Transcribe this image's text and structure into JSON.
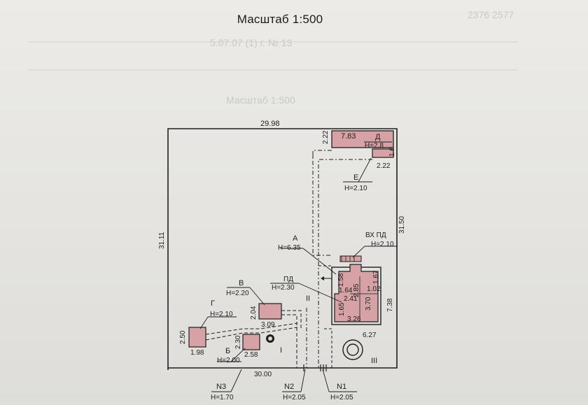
{
  "title": "Масштаб 1:500",
  "ghost_text": {
    "title": "Масштаб 1:500",
    "line1": "2376 2577",
    "line2": "5.07.07 (1) г. № 13"
  },
  "plan": {
    "site_top_dim": "29.98",
    "site_left_dim": "31.11",
    "site_right_dim": "31.50",
    "site_bottom_dim": "30.00",
    "dims": {
      "d_222_vert": "2.22",
      "d_783": "7.83",
      "d_222_horiz": "2.22",
      "d_16": "1.6",
      "d_204": "2.04",
      "d_309": "3.09",
      "d_250": "2.50",
      "d_198": "1.98",
      "d_230": "2.30",
      "d_258": "2.58",
      "d_738": "7.38",
      "d_627": "6.27",
      "d_326": "3.26",
      "d_158": "1.58",
      "d_164": "1.64",
      "d_241": "2.41",
      "d_165": "1.65",
      "d_285": "2.85",
      "d_370": "3.70",
      "d_102": "1.02",
      "d_167": "1.67"
    },
    "labels": {
      "d_letter": "Д",
      "d_height": "H=2.8",
      "e_letter": "Е",
      "e_height": "H=2.10",
      "a_letter": "А",
      "a_height": "H=6.35",
      "vx_pd": "ВХ  ПД",
      "vx_height": "H=2.10",
      "v_letter": "В",
      "v_height": "H=2.20",
      "pd_letter": "ПД",
      "pd_height": "H=2.30",
      "g_letter": "Г",
      "g_height": "H=2.10",
      "b_letter": "Б",
      "b_height": "H=2.00",
      "roman_1": "I",
      "roman_2": "II",
      "roman_3": "III",
      "n3": "N3",
      "n3_height": "H=1.70",
      "n2": "N2",
      "n2_height": "H=2.05",
      "n1": "N1",
      "n1_height": "H=2.05"
    }
  },
  "colors": {
    "building_fill": "#d6a2a6",
    "line": "#1e1e1e",
    "paper": "#e9e8e5"
  }
}
